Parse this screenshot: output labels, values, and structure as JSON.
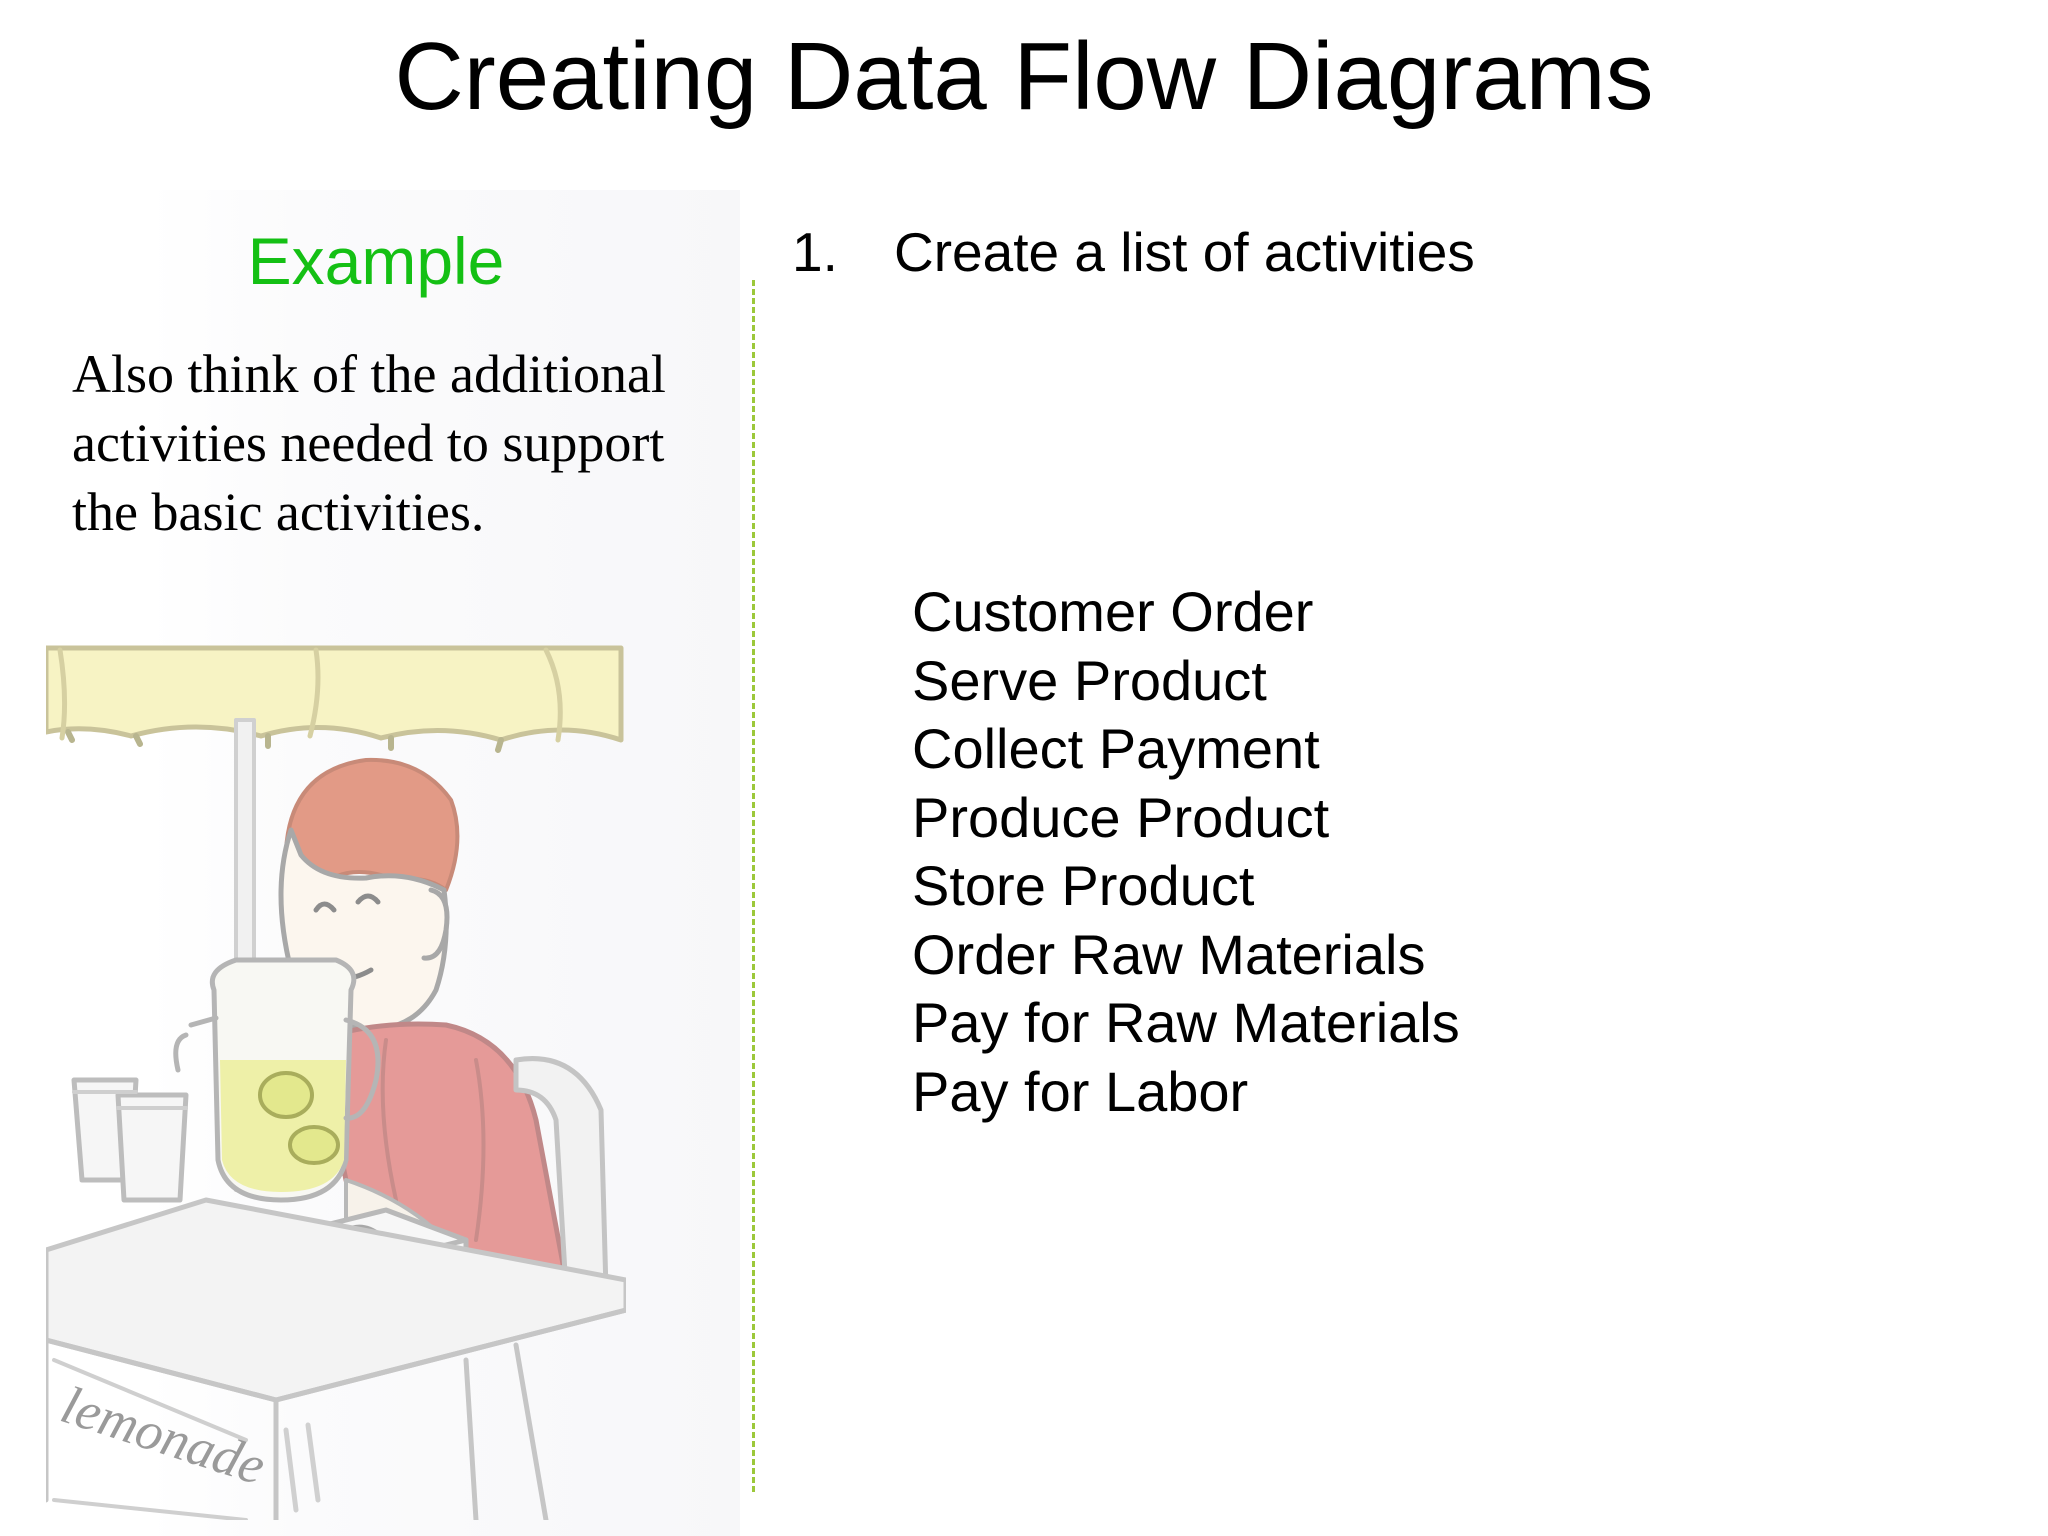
{
  "slide": {
    "title": "Creating Data Flow Diagrams"
  },
  "example": {
    "heading": "Example",
    "text": "Also think of the additional activities needed to support the basic activities.",
    "illustration_sign": "lemonade"
  },
  "step": {
    "number": "1.",
    "text": "Create a list of activities"
  },
  "activities": [
    "Customer Order",
    "Serve Product",
    "Collect Payment",
    "Produce Product",
    "Store Product",
    "Order Raw Materials",
    "Pay for Raw Materials",
    "Pay for Labor"
  ],
  "colors": {
    "example_heading": "#14c014",
    "divider": "#9cc83a",
    "umbrella": "#f7f3c4",
    "hair": "#e29a86",
    "shirt": "#e59a98",
    "lemonade": "#eef0a8"
  }
}
